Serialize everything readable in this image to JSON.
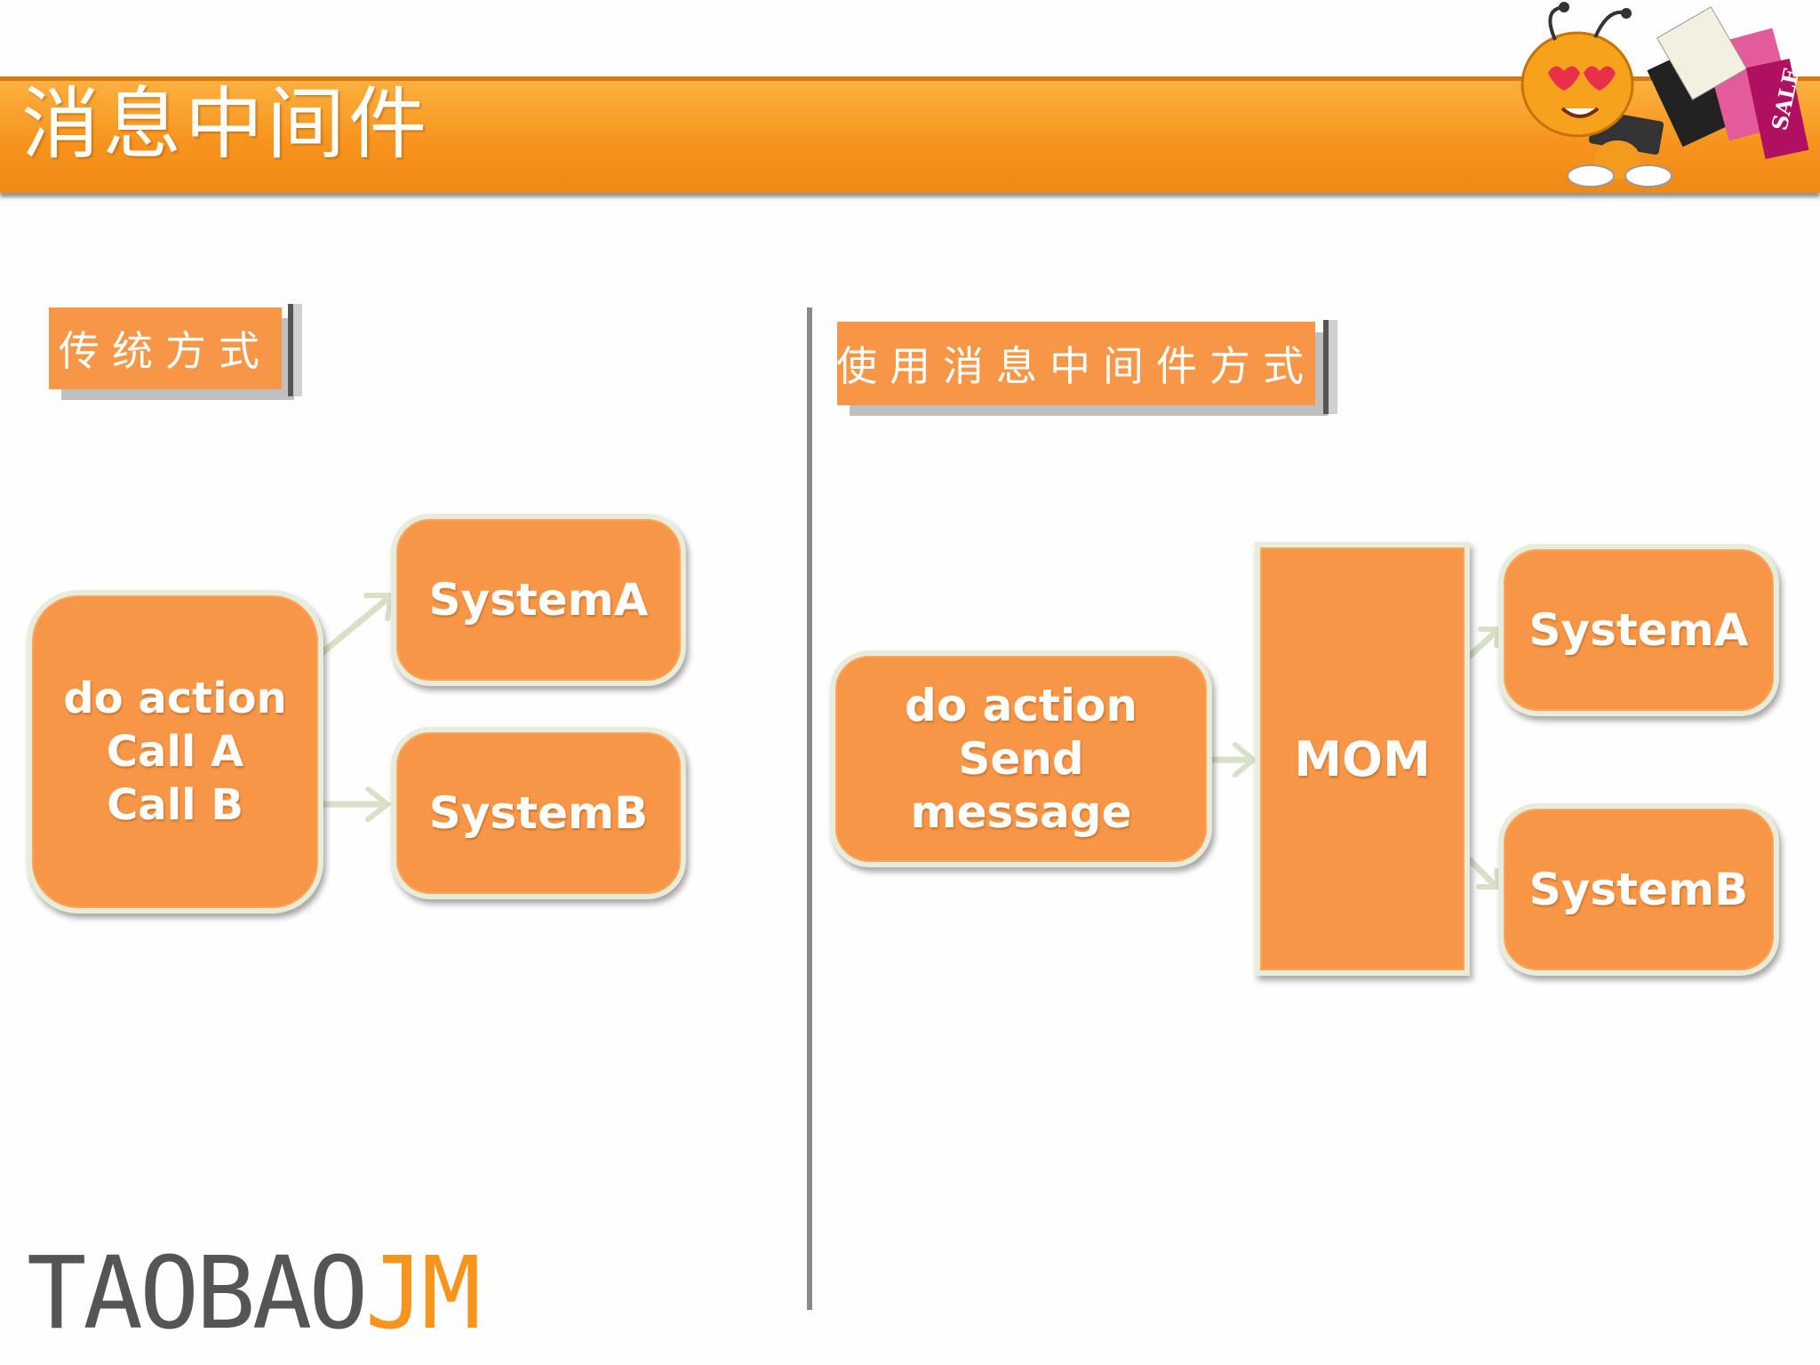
{
  "header": {
    "title": "消息中间件"
  },
  "mascot": {
    "sign_text": "SALE"
  },
  "sections": {
    "traditional": {
      "label": "传统方式",
      "do_action": [
        "do action",
        "Call A",
        "Call B"
      ],
      "system_a": "SystemA",
      "system_b": "SystemB"
    },
    "middleware": {
      "label": "使用消息中间件方式",
      "do_action": [
        "do action",
        "Send",
        "message"
      ],
      "mom": "MOM",
      "system_a": "SystemA",
      "system_b": "SystemB"
    }
  },
  "logo": {
    "main": "TAOBAO",
    "accent": "JM"
  },
  "colors": {
    "header_orange": "#f7941d",
    "node_fill": "#f79646",
    "node_border": "#e9ecd9",
    "arrow": "#d8e0c8",
    "divider": "#8a8a8a",
    "logo_gray": "#555555"
  }
}
